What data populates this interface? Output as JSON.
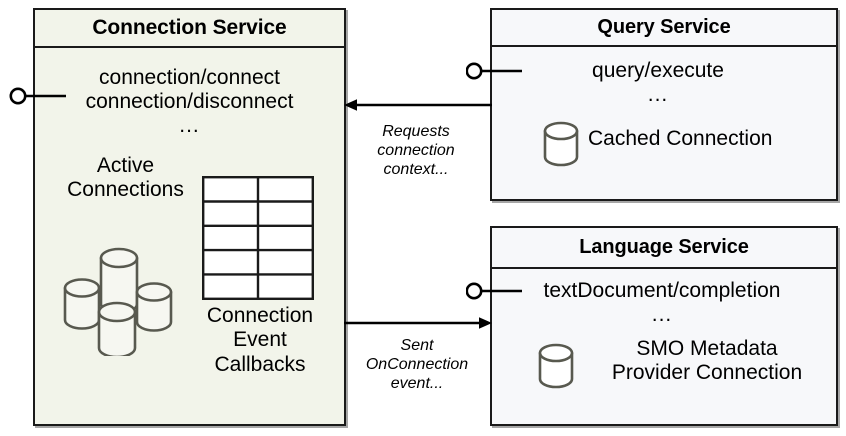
{
  "diagram": {
    "title_hidden": "",
    "colors": {
      "connection_service_fill": "#f2f4ea",
      "service_fill": "#f7f8fa",
      "stroke": "#1a1a1a",
      "icon_stroke": "#58594f",
      "text": "#000000"
    }
  },
  "connection_service": {
    "title": "Connection Service",
    "operations": [
      "connection/connect",
      "connection/disconnect"
    ],
    "operations_ellipsis": "...",
    "active_connections_caption": [
      "Active",
      "Connections"
    ],
    "callbacks_caption": [
      "Connection",
      "Event",
      "Callbacks"
    ],
    "db_cluster_icon": "database-cluster-icon",
    "table_icon": "table-grid-icon",
    "table_rows": 5,
    "table_columns": 2,
    "provided_interface": "lollipop-interface"
  },
  "query_service": {
    "title": "Query Service",
    "operations": [
      "query/execute"
    ],
    "operations_ellipsis": "...",
    "resource_label": "Cached Connection",
    "db_icon": "database-cylinder-icon",
    "provided_interface": "lollipop-interface"
  },
  "language_service": {
    "title": "Language Service",
    "operations": [
      "textDocument/completion"
    ],
    "operations_ellipsis": "...",
    "resource_label": [
      "SMO Metadata",
      "Provider Connection"
    ],
    "db_icon": "database-cylinder-icon",
    "provided_interface": "lollipop-interface"
  },
  "edges": [
    {
      "id": "query-to-connection",
      "from": "query_service",
      "to": "connection_service",
      "direction": "left",
      "label": [
        "Requests",
        "connection",
        "context..."
      ]
    },
    {
      "id": "connection-to-language",
      "from": "connection_service",
      "to": "language_service",
      "direction": "right",
      "label": [
        "Sent",
        "OnConnection",
        "event..."
      ]
    }
  ]
}
